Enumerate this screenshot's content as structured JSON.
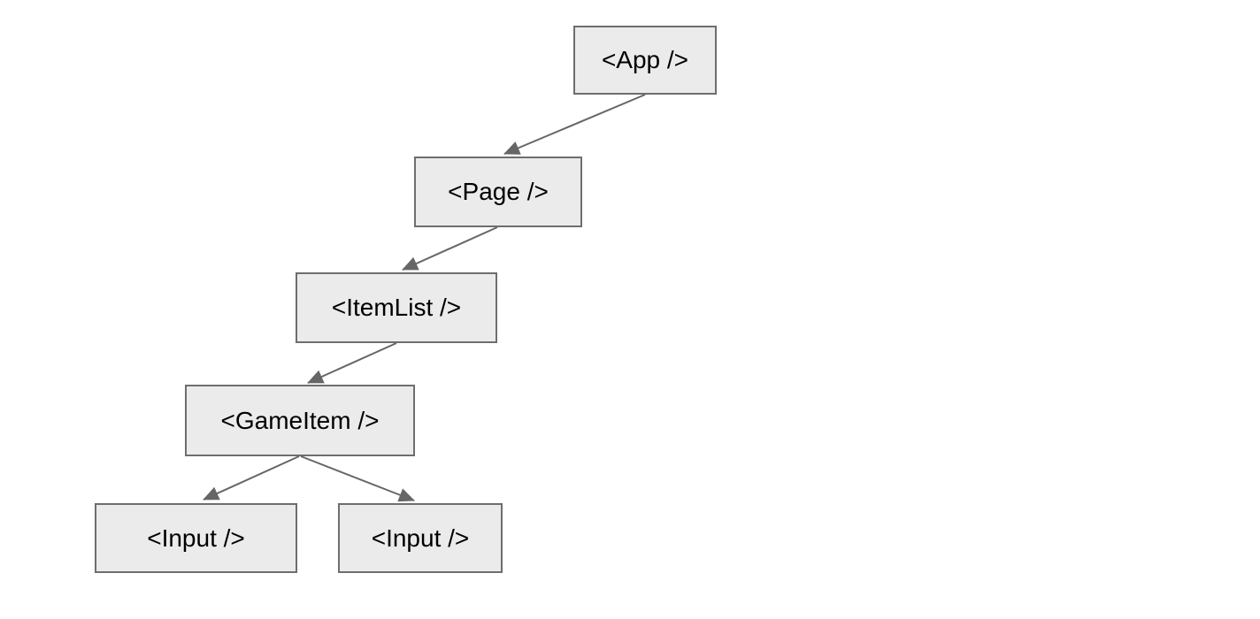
{
  "diagram": {
    "description": "component-tree-diagram",
    "nodes": [
      {
        "id": "app",
        "label": "<App />"
      },
      {
        "id": "page",
        "label": "<Page />"
      },
      {
        "id": "itemlist",
        "label": "<ItemList />"
      },
      {
        "id": "gameitem",
        "label": "<GameItem />"
      },
      {
        "id": "input-1",
        "label": "<Input />"
      },
      {
        "id": "input-2",
        "label": "<Input />"
      }
    ],
    "edges": [
      {
        "from": "app",
        "to": "page"
      },
      {
        "from": "page",
        "to": "itemlist"
      },
      {
        "from": "itemlist",
        "to": "gameitem"
      },
      {
        "from": "gameitem",
        "to": "input-1"
      },
      {
        "from": "gameitem",
        "to": "input-2"
      }
    ],
    "colors": {
      "background": "#ffffff",
      "node_fill": "#ebebeb",
      "node_border": "#6e6e6e",
      "edge": "#666666",
      "text": "#000000"
    }
  }
}
